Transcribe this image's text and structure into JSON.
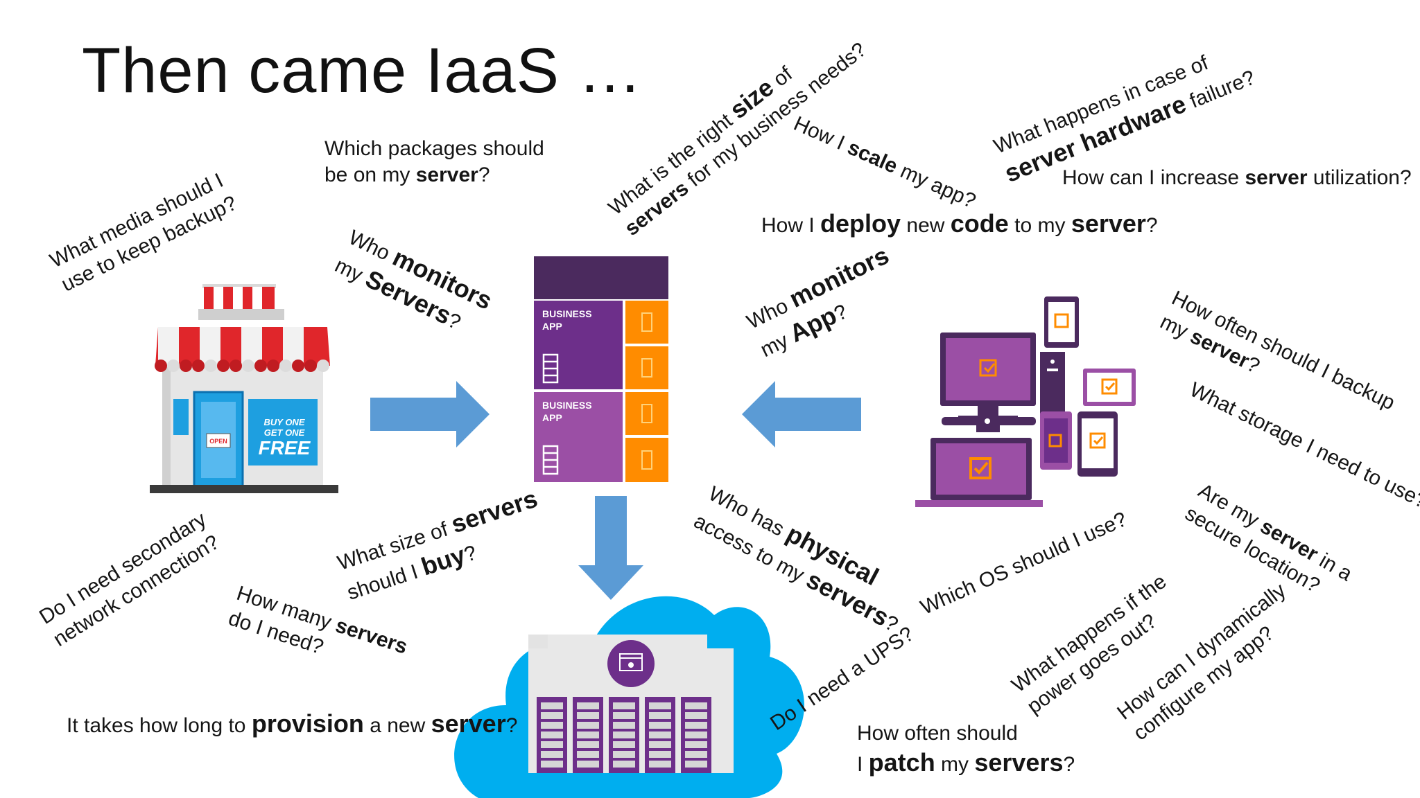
{
  "slide": {
    "title": "Then came IaaS …"
  },
  "illustrations": {
    "store_sign": [
      "BUY ONE",
      "GET ONE",
      "FREE"
    ],
    "store_door_sign": "OPEN",
    "tile_1_label": [
      "BUSINESS",
      "APP"
    ],
    "tile_2_label": [
      "BUSINESS",
      "APP"
    ]
  },
  "icons": {
    "store": "storefront-icon",
    "server_stack": "server-rack-icon",
    "devices": "devices-icon",
    "cloud": "cloud-datacenter-icon",
    "arrow_right": "arrow-right-icon",
    "arrow_left": "arrow-left-icon",
    "arrow_down": "arrow-down-icon"
  },
  "colors": {
    "arrow": "#5b9bd5",
    "purple_dark": "#4b2a5e",
    "purple": "#6d2f8a",
    "purple_light": "#9b4fa5",
    "orange": "#ff8c00",
    "cloud": "#00aeef",
    "awning_red": "#e0262b"
  },
  "questions": [
    {
      "id": "packages",
      "segments": [
        {
          "t": "Which packages should"
        },
        {
          "br": true
        },
        {
          "t": " be on my "
        },
        {
          "t": "server",
          "b": true
        },
        {
          "t": "?"
        }
      ]
    },
    {
      "id": "right-size",
      "segments": [
        {
          "t": "What is the right "
        },
        {
          "t": "size",
          "b": true,
          "big": true
        },
        {
          "t": " of"
        },
        {
          "br": true
        },
        {
          "t": "servers",
          "b": true
        },
        {
          "t": " for my business needs?"
        }
      ]
    },
    {
      "id": "scale",
      "segments": [
        {
          "t": "How I "
        },
        {
          "t": "scale",
          "b": true
        },
        {
          "t": " my app?"
        }
      ]
    },
    {
      "id": "hardware-failure",
      "segments": [
        {
          "t": "What happens in case of"
        },
        {
          "br": true
        },
        {
          "t": "server hardware",
          "b": true,
          "big": true
        },
        {
          "t": " failure?"
        }
      ]
    },
    {
      "id": "utilization",
      "segments": [
        {
          "t": "How can I increase "
        },
        {
          "t": "server",
          "b": true
        },
        {
          "t": " utilization?"
        }
      ]
    },
    {
      "id": "deploy",
      "segments": [
        {
          "t": "How I "
        },
        {
          "t": "deploy",
          "b": true,
          "big": true
        },
        {
          "t": " new "
        },
        {
          "t": "code",
          "b": true,
          "big": true
        },
        {
          "t": " to my "
        },
        {
          "t": "server",
          "b": true,
          "big": true
        },
        {
          "t": "?"
        }
      ]
    },
    {
      "id": "backup-media",
      "segments": [
        {
          "t": "What media should I"
        },
        {
          "br": true
        },
        {
          "t": "use to keep backup?"
        }
      ]
    },
    {
      "id": "monitors-servers",
      "segments": [
        {
          "t": "Who "
        },
        {
          "t": "monitors",
          "b": true,
          "big": true
        },
        {
          "br": true
        },
        {
          "t": "my "
        },
        {
          "t": "Servers",
          "b": true,
          "big": true
        },
        {
          "t": "?"
        }
      ]
    },
    {
      "id": "monitors-app",
      "segments": [
        {
          "t": "Who "
        },
        {
          "t": "monitors",
          "b": true,
          "big": true
        },
        {
          "br": true
        },
        {
          "t": "my "
        },
        {
          "t": "App",
          "b": true,
          "big": true
        },
        {
          "t": "?"
        }
      ]
    },
    {
      "id": "backup-frequency",
      "segments": [
        {
          "t": "How often should I backup"
        },
        {
          "br": true
        },
        {
          "t": "my "
        },
        {
          "t": "server",
          "b": true
        },
        {
          "t": "?"
        }
      ]
    },
    {
      "id": "storage",
      "segments": [
        {
          "t": "What storage I need to use?"
        }
      ]
    },
    {
      "id": "secure-location",
      "segments": [
        {
          "t": "Are my "
        },
        {
          "t": "server",
          "b": true
        },
        {
          "t": " in a"
        },
        {
          "br": true
        },
        {
          "t": "secure location?"
        }
      ]
    },
    {
      "id": "size-of-servers",
      "segments": [
        {
          "t": "What size of "
        },
        {
          "t": "servers",
          "b": true,
          "big": true
        },
        {
          "br": true
        },
        {
          "t": "should I "
        },
        {
          "t": "buy",
          "b": true,
          "big": true
        },
        {
          "t": "?"
        }
      ]
    },
    {
      "id": "physical-access",
      "segments": [
        {
          "t": "Who has "
        },
        {
          "t": "physical",
          "b": true,
          "big": true
        },
        {
          "br": true
        },
        {
          "t": "access to my "
        },
        {
          "t": "servers",
          "b": true,
          "big": true
        },
        {
          "t": "?"
        }
      ]
    },
    {
      "id": "secondary-network",
      "segments": [
        {
          "t": "Do I need secondary"
        },
        {
          "br": true
        },
        {
          "t": "network connection?"
        }
      ]
    },
    {
      "id": "how-many",
      "segments": [
        {
          "t": "How many "
        },
        {
          "t": "servers",
          "b": true
        },
        {
          "br": true
        },
        {
          "t": "do I need?"
        }
      ]
    },
    {
      "id": "which-os",
      "segments": [
        {
          "t": "Which OS should I use?"
        }
      ]
    },
    {
      "id": "power-out",
      "segments": [
        {
          "t": "What happens if the"
        },
        {
          "br": true
        },
        {
          "t": "power goes out?"
        }
      ]
    },
    {
      "id": "dynamic-config",
      "segments": [
        {
          "t": "How can I dynamically"
        },
        {
          "br": true
        },
        {
          "t": "configure my app?"
        }
      ]
    },
    {
      "id": "ups",
      "segments": [
        {
          "t": "Do I need a UPS?"
        }
      ]
    },
    {
      "id": "provision",
      "segments": [
        {
          "t": "It takes how long to "
        },
        {
          "t": "provision",
          "b": true,
          "big": true
        },
        {
          "t": " a new "
        },
        {
          "t": "server",
          "b": true,
          "big": true
        },
        {
          "t": "?"
        }
      ]
    },
    {
      "id": "patch",
      "segments": [
        {
          "t": "How often should"
        },
        {
          "br": true
        },
        {
          "t": "I "
        },
        {
          "t": "patch",
          "b": true,
          "big": true
        },
        {
          "t": " my "
        },
        {
          "t": "servers",
          "b": true,
          "big": true
        },
        {
          "t": "?"
        }
      ]
    }
  ]
}
